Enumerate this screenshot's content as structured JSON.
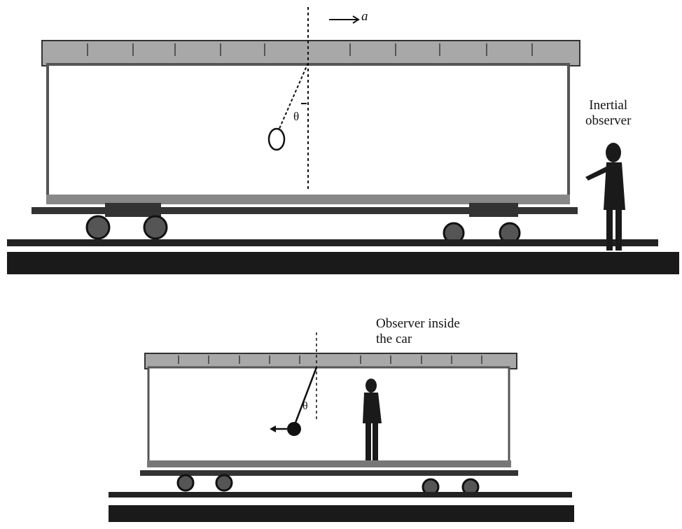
{
  "top_scene": {
    "acceleration_label": "a",
    "angle_label": "θ",
    "observer_label_line1": "Inertial",
    "observer_label_line2": "observer"
  },
  "bottom_scene": {
    "angle_label": "θ",
    "observer_label_line1": "Observer inside",
    "observer_label_line2": "the car"
  },
  "colors": {
    "ink": "#1a1a1a",
    "roof": "#9a9a9a",
    "track": "#222222"
  }
}
